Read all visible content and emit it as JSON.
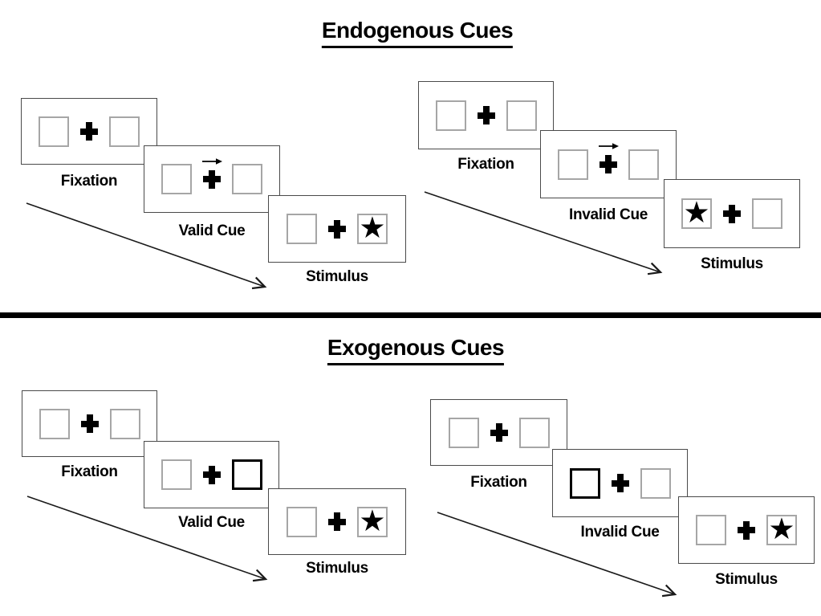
{
  "colors": {
    "ink": "#000000",
    "panel_border": "#4a4a4a",
    "placeholder_border": "#a6a6a6"
  },
  "icons": {
    "fixation_cross": "plus-cross",
    "cue_arrow": "arrow-right",
    "timeline_arrow": "diagonal-arrow-down-right",
    "star": "black-star"
  },
  "glyphs": {
    "star": "★"
  },
  "endogenous": {
    "title": "Endogenous Cues",
    "valid_sequence": {
      "fixation": "Fixation",
      "cue": "Valid Cue",
      "stimulus": "Stimulus"
    },
    "invalid_sequence": {
      "fixation": "Fixation",
      "cue": "Invalid Cue",
      "stimulus": "Stimulus"
    }
  },
  "exogenous": {
    "title": "Exogenous Cues",
    "valid_sequence": {
      "fixation": "Fixation",
      "cue": "Valid Cue",
      "stimulus": "Stimulus"
    },
    "invalid_sequence": {
      "fixation": "Fixation",
      "cue": "Invalid Cue",
      "stimulus": "Stimulus"
    }
  }
}
